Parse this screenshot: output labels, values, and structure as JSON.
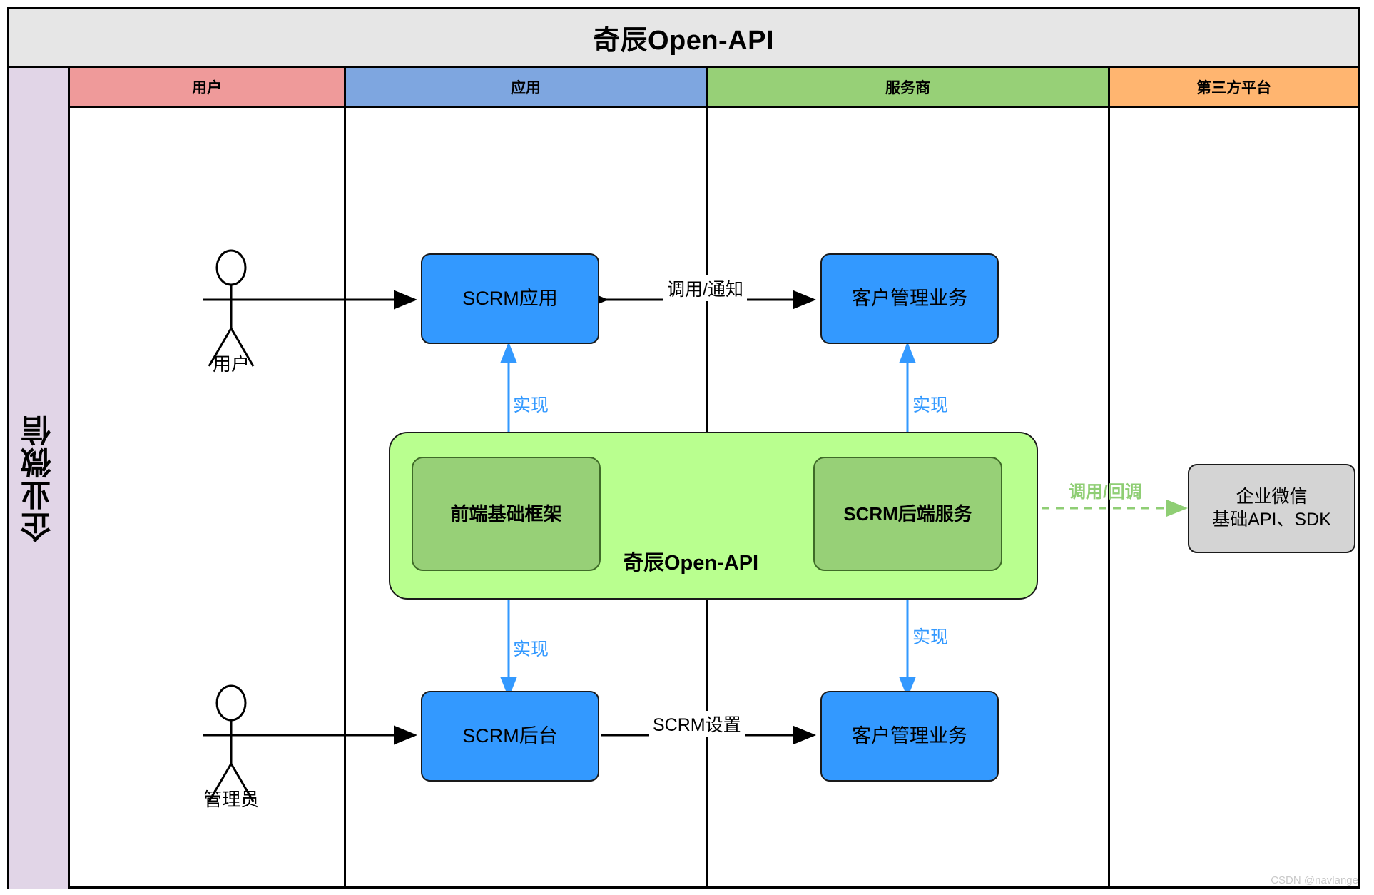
{
  "diagram": {
    "title": "奇辰Open-API",
    "vertical_lane_label": "企业微信",
    "watermark": "CSDN @navlange"
  },
  "columns": [
    {
      "label": "用户",
      "color": "#ef9a9a"
    },
    {
      "label": "应用",
      "color": "#7ea6e0"
    },
    {
      "label": "服务商",
      "color": "#97d077"
    },
    {
      "label": "第三方平台",
      "color": "#ffb570"
    }
  ],
  "actors": [
    {
      "name": "user-actor",
      "label": "用户"
    },
    {
      "name": "admin-actor",
      "label": "管理员"
    }
  ],
  "nodes": [
    {
      "name": "scrm-app",
      "label": "SCRM应用",
      "style": "blue"
    },
    {
      "name": "customer-mgmt-top",
      "label": "客户管理业务",
      "style": "blue"
    },
    {
      "name": "frontend-framework",
      "label": "前端基础框架",
      "style": "green-inner"
    },
    {
      "name": "scrm-backend",
      "label": "SCRM后端服务",
      "style": "green-inner"
    },
    {
      "name": "scrm-admin",
      "label": "SCRM后台",
      "style": "blue"
    },
    {
      "name": "customer-mgmt-bottom",
      "label": "客户管理业务",
      "style": "blue"
    },
    {
      "name": "wecom-api",
      "label_line1": "企业微信",
      "label_line2": "基础API、SDK",
      "style": "gray"
    }
  ],
  "container": {
    "name": "openapi-container",
    "label": "奇辰Open-API"
  },
  "edges": [
    {
      "name": "edge-call-notify",
      "label": "调用/通知",
      "style": "black-bidirectional"
    },
    {
      "name": "edge-impl-1",
      "label": "实现",
      "style": "blue-up"
    },
    {
      "name": "edge-impl-2",
      "label": "实现",
      "style": "blue-up"
    },
    {
      "name": "edge-impl-3",
      "label": "实现",
      "style": "blue-down"
    },
    {
      "name": "edge-impl-4",
      "label": "实现",
      "style": "blue-down"
    },
    {
      "name": "edge-scrm-setting",
      "label": "SCRM设置",
      "style": "black-arrow"
    },
    {
      "name": "edge-call-callback",
      "label": "调用/回调",
      "style": "green-dashed-bidirectional"
    }
  ],
  "colors": {
    "blue_node": "#3399ff",
    "green_container": "#b9ff8f",
    "green_inner": "#97d077",
    "gray_node": "#d4d4d4",
    "lane_purple": "#e1d5e7",
    "title_gray": "#e6e6e6",
    "arrow_blue": "#3399ff",
    "arrow_green": "#8fce74"
  }
}
